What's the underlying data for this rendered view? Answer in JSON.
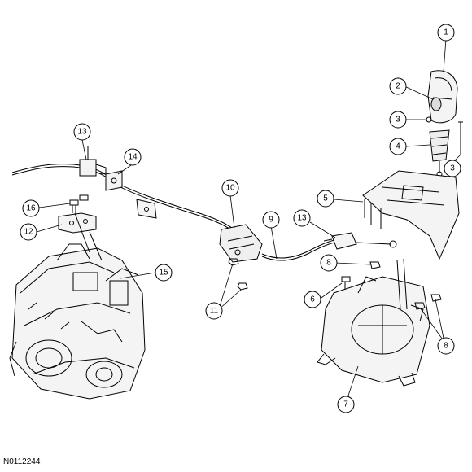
{
  "figure_id": "N0112244",
  "callouts": [
    "1",
    "2",
    "3",
    "3",
    "4",
    "5",
    "6",
    "7",
    "8",
    "8",
    "9",
    "10",
    "11",
    "12",
    "13",
    "13",
    "14",
    "15",
    "16"
  ]
}
